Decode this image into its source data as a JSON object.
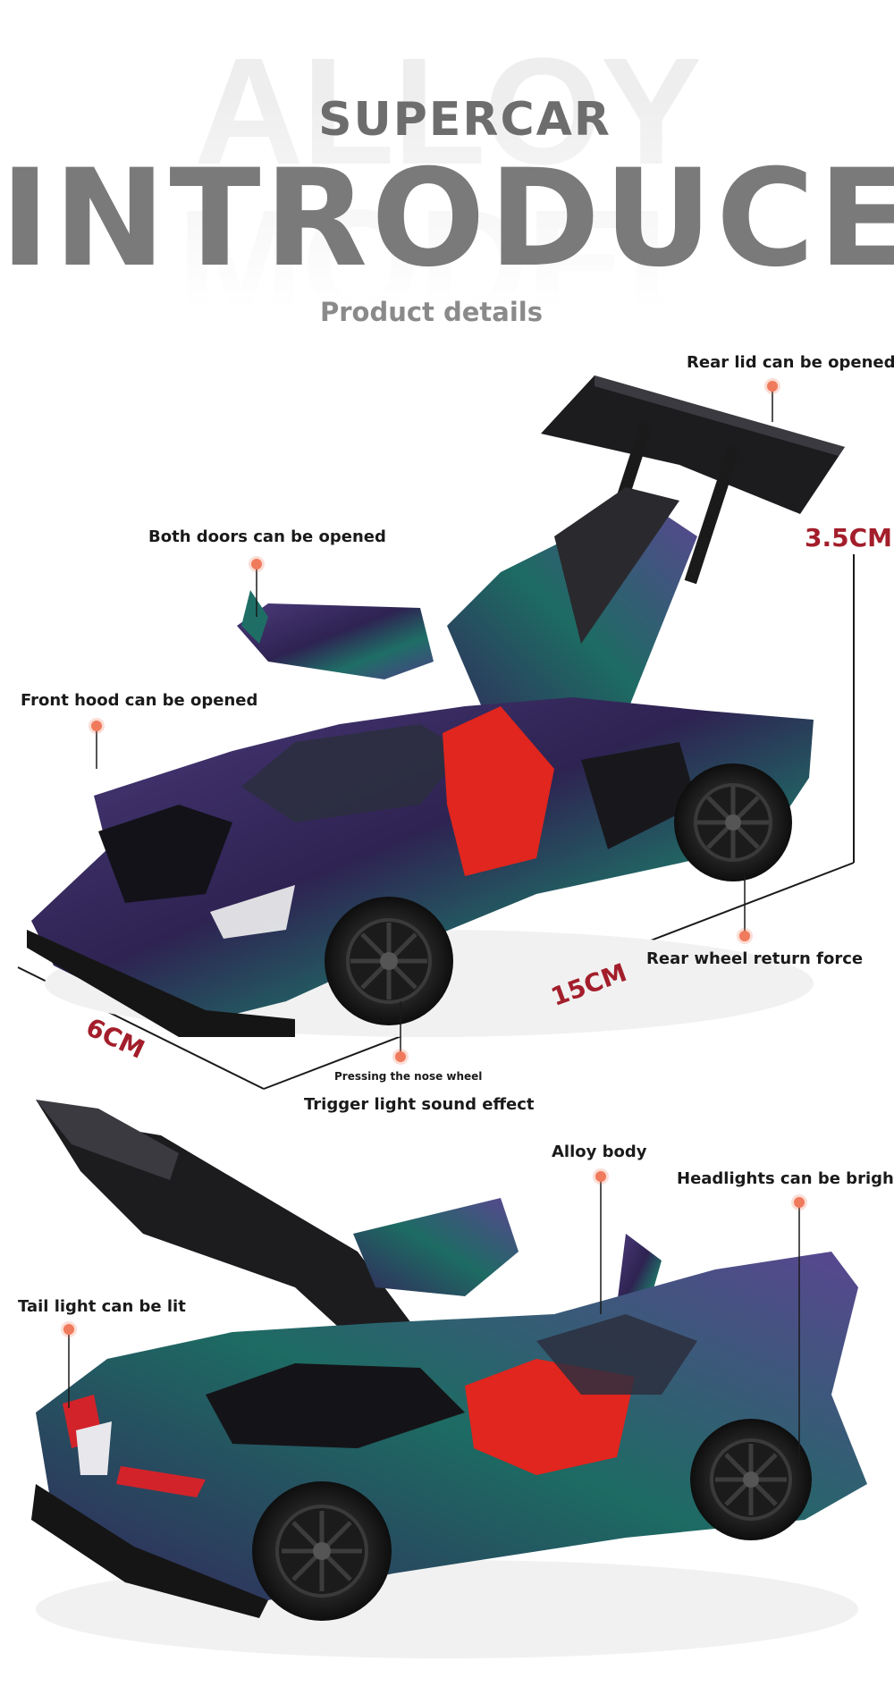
{
  "header": {
    "background_word": "ALLOY MODEL",
    "subtitle": "SUPERCAR",
    "title": "INTRODUCE",
    "section": "Product details"
  },
  "top_car": {
    "labels": {
      "rear_lid": "Rear lid can be opened",
      "doors": "Both doors can be opened",
      "front_hood": "Front hood can be opened",
      "rear_wheel": "Rear wheel return force",
      "nose_wheel": "Pressing the nose wheel",
      "trigger": "Trigger light sound effect"
    },
    "dimensions": {
      "height": "3.5CM",
      "length": "15CM",
      "width": "6CM"
    }
  },
  "bottom_car": {
    "labels": {
      "alloy_body": "Alloy body",
      "headlights": "Headlights can be bright",
      "tail_light": "Tail light can be lit"
    }
  },
  "colors": {
    "accent_red": "#a31e2b",
    "dot": "#f07a5c",
    "car_purple": "#3b2a63",
    "car_teal": "#1f6e66",
    "interior_red": "#e0261e"
  }
}
